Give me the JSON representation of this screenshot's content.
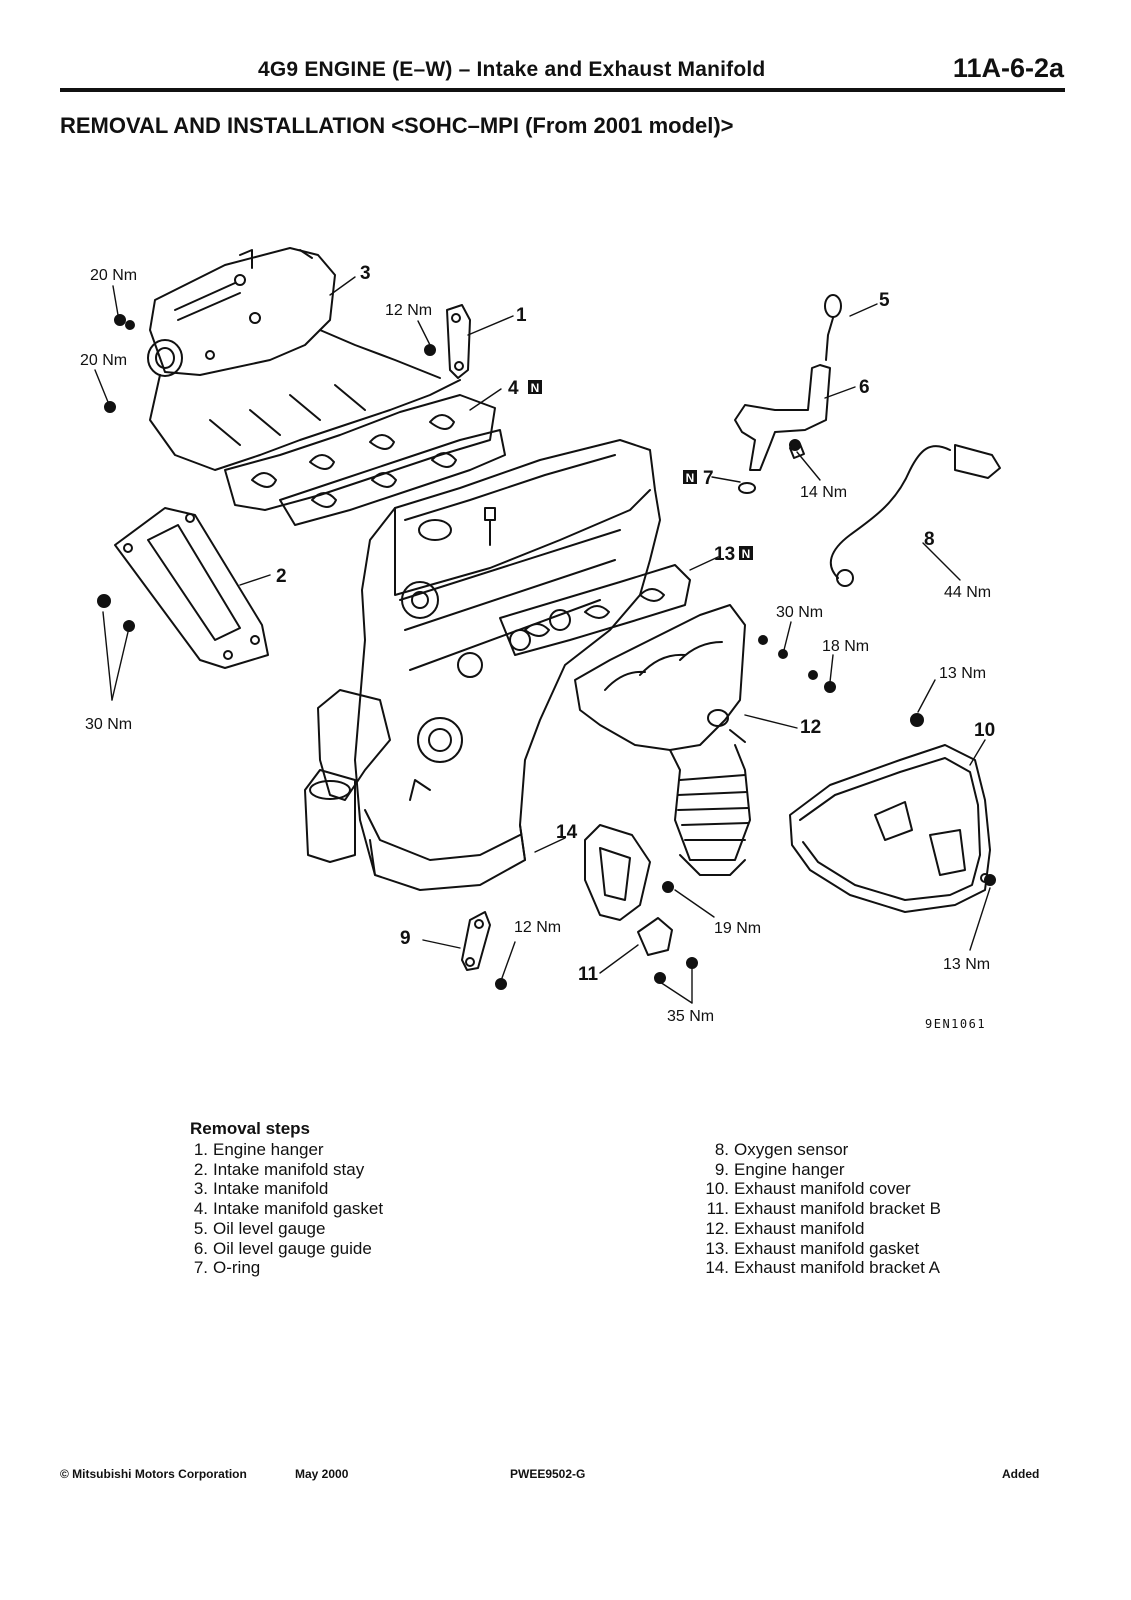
{
  "header": {
    "title": "4G9 ENGINE (E–W) – Intake and Exhaust Manifold",
    "page_number": "11A-6-2a"
  },
  "section_title": "REMOVAL AND INSTALLATION <SOHC–MPI (From 2001 model)>",
  "diagram": {
    "figure_code": "9EN1061",
    "callouts": {
      "c1": "1",
      "c2": "2",
      "c3": "3",
      "c4": "4",
      "c5": "5",
      "c6": "6",
      "c7": "7",
      "c8": "8",
      "c9": "9",
      "c10": "10",
      "c11": "11",
      "c12": "12",
      "c13": "13",
      "c14": "14"
    },
    "badge_letter": "N",
    "torques": {
      "t_20a": "20 Nm",
      "t_20b": "20 Nm",
      "t_12a": "12 Nm",
      "t_14": "14 Nm",
      "t_44": "44 Nm",
      "t_30a": "30 Nm",
      "t_30b": "30 Nm",
      "t_18": "18 Nm",
      "t_13a": "13 Nm",
      "t_12b": "12 Nm",
      "t_19": "19 Nm",
      "t_35": "35 Nm",
      "t_13b": "13 Nm"
    }
  },
  "removal": {
    "title": "Removal steps",
    "left": [
      {
        "num": "1.",
        "text": "Engine hanger"
      },
      {
        "num": "2.",
        "text": "Intake manifold stay"
      },
      {
        "num": "3.",
        "text": "Intake manifold"
      },
      {
        "num": "4.",
        "text": "Intake manifold gasket"
      },
      {
        "num": "5.",
        "text": "Oil level gauge"
      },
      {
        "num": "6.",
        "text": "Oil level gauge guide"
      },
      {
        "num": "7.",
        "text": "O-ring"
      }
    ],
    "right": [
      {
        "num": "8.",
        "text": "Oxygen sensor"
      },
      {
        "num": "9.",
        "text": "Engine hanger"
      },
      {
        "num": "10.",
        "text": "Exhaust manifold cover"
      },
      {
        "num": "11.",
        "text": "Exhaust manifold bracket B"
      },
      {
        "num": "12.",
        "text": "Exhaust manifold"
      },
      {
        "num": "13.",
        "text": "Exhaust manifold gasket"
      },
      {
        "num": "14.",
        "text": "Exhaust manifold bracket A"
      }
    ]
  },
  "footer": {
    "copyright": "© Mitsubishi Motors Corporation",
    "date": "May 2000",
    "doc_code": "PWEE9502-G",
    "status": "Added"
  }
}
